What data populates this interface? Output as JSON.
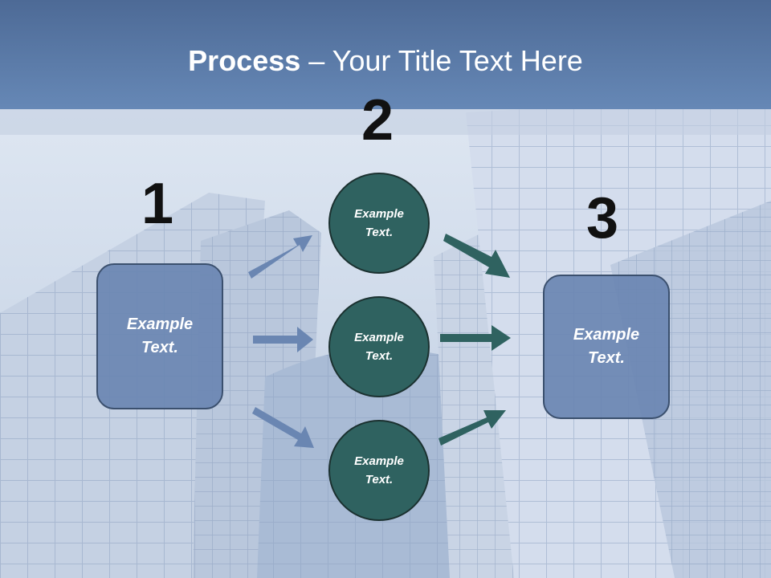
{
  "title": {
    "bold": "Process",
    "rest": " – Your Title Text Here"
  },
  "steps": {
    "one": "1",
    "two": "2",
    "three": "3"
  },
  "left_box": {
    "line1": "Example",
    "line2": "Text."
  },
  "right_box": {
    "line1": "Example",
    "line2": "Text."
  },
  "circles": [
    {
      "line1": "Example",
      "line2": "Text."
    },
    {
      "line1": "Example",
      "line2": "Text."
    },
    {
      "line1": "Example",
      "line2": "Text."
    }
  ],
  "colors": {
    "header": "#5b7aa8",
    "box": "#6a86b2",
    "circle": "#2f6260",
    "arrow_left": "#6a86b2",
    "arrow_right": "#2f6260"
  }
}
